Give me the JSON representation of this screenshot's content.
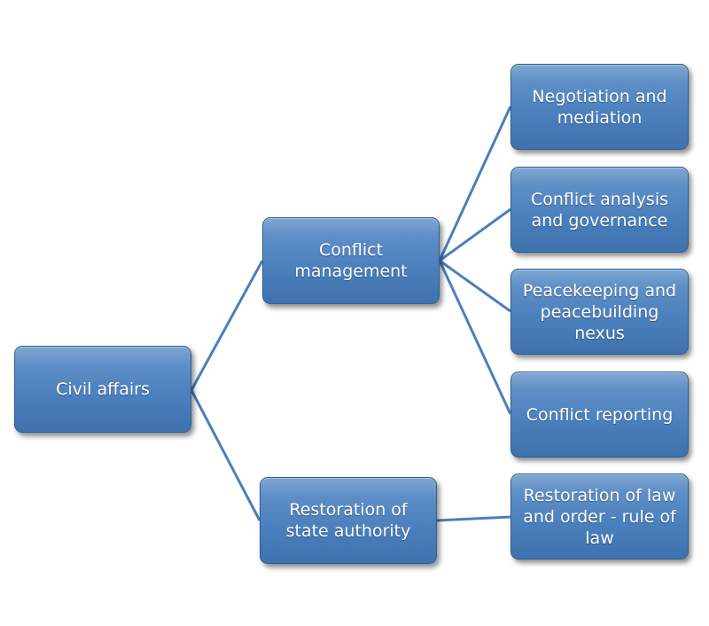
{
  "diagram": {
    "root": {
      "label": "Civil affairs"
    },
    "branches": [
      {
        "label": "Conflict\nmanagement",
        "children": [
          {
            "label": "Negotiation and\nmediation"
          },
          {
            "label": "Conflict analysis\nand governance"
          },
          {
            "label": "Peacekeeping and\npeacebuilding\nnexus"
          },
          {
            "label": "Conflict reporting"
          }
        ]
      },
      {
        "label": "Restoration of\nstate authority",
        "children": [
          {
            "label": "Restoration of law\nand order - rule of\nlaw"
          }
        ]
      }
    ],
    "colors": {
      "box_fill": "#4a7fbd",
      "box_border": "#2f5f8f",
      "connector": "#4a7fbd",
      "text": "#ffffff"
    }
  }
}
